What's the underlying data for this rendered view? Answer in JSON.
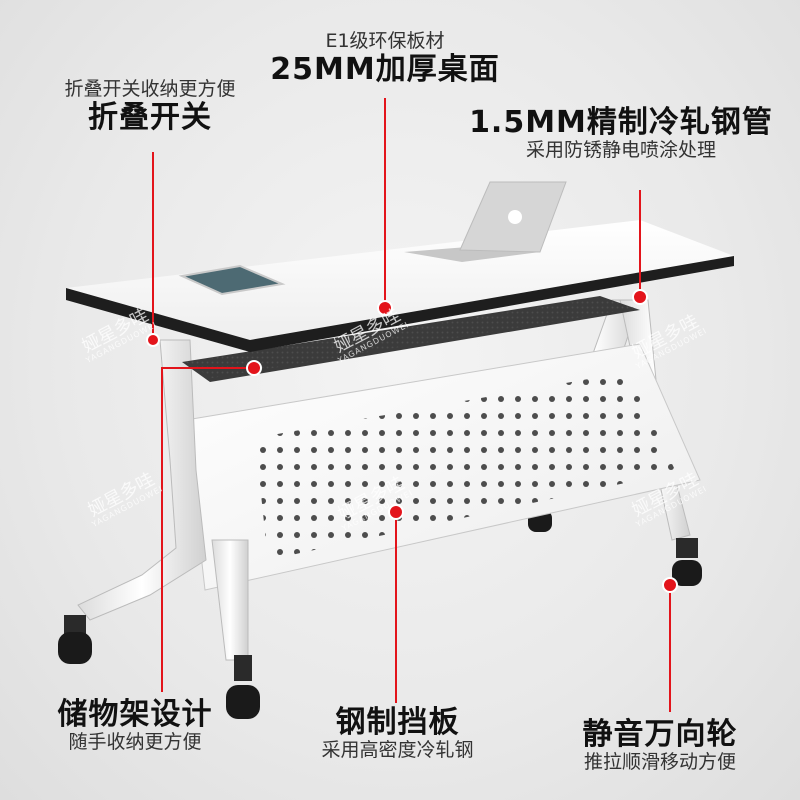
{
  "callouts": {
    "top_center": {
      "sub": "E1级环保板材",
      "title": "25MM加厚桌面"
    },
    "top_left": {
      "sub": "折叠开关收纳更方便",
      "title": "折叠开关"
    },
    "top_right": {
      "title": "1.5MM精制冷轧钢管",
      "sub": "采用防锈静电喷涂处理"
    },
    "bottom_left": {
      "title": "储物架设计",
      "sub": "随手收纳更方便"
    },
    "bottom_center": {
      "title": "钢制挡板",
      "sub": "采用高密度冷轧钢"
    },
    "bottom_right": {
      "title": "静音万向轮",
      "sub": "推拉顺滑移动方便"
    }
  },
  "watermark": {
    "cn": "娅星多哇",
    "en": "YAGANGDUOWEI"
  },
  "colors": {
    "accent": "#e3141b",
    "frame": "#f2f2f2",
    "desktop": "#ffffff",
    "edge": "#1e1e1e",
    "caster": "#1a1a1a"
  }
}
